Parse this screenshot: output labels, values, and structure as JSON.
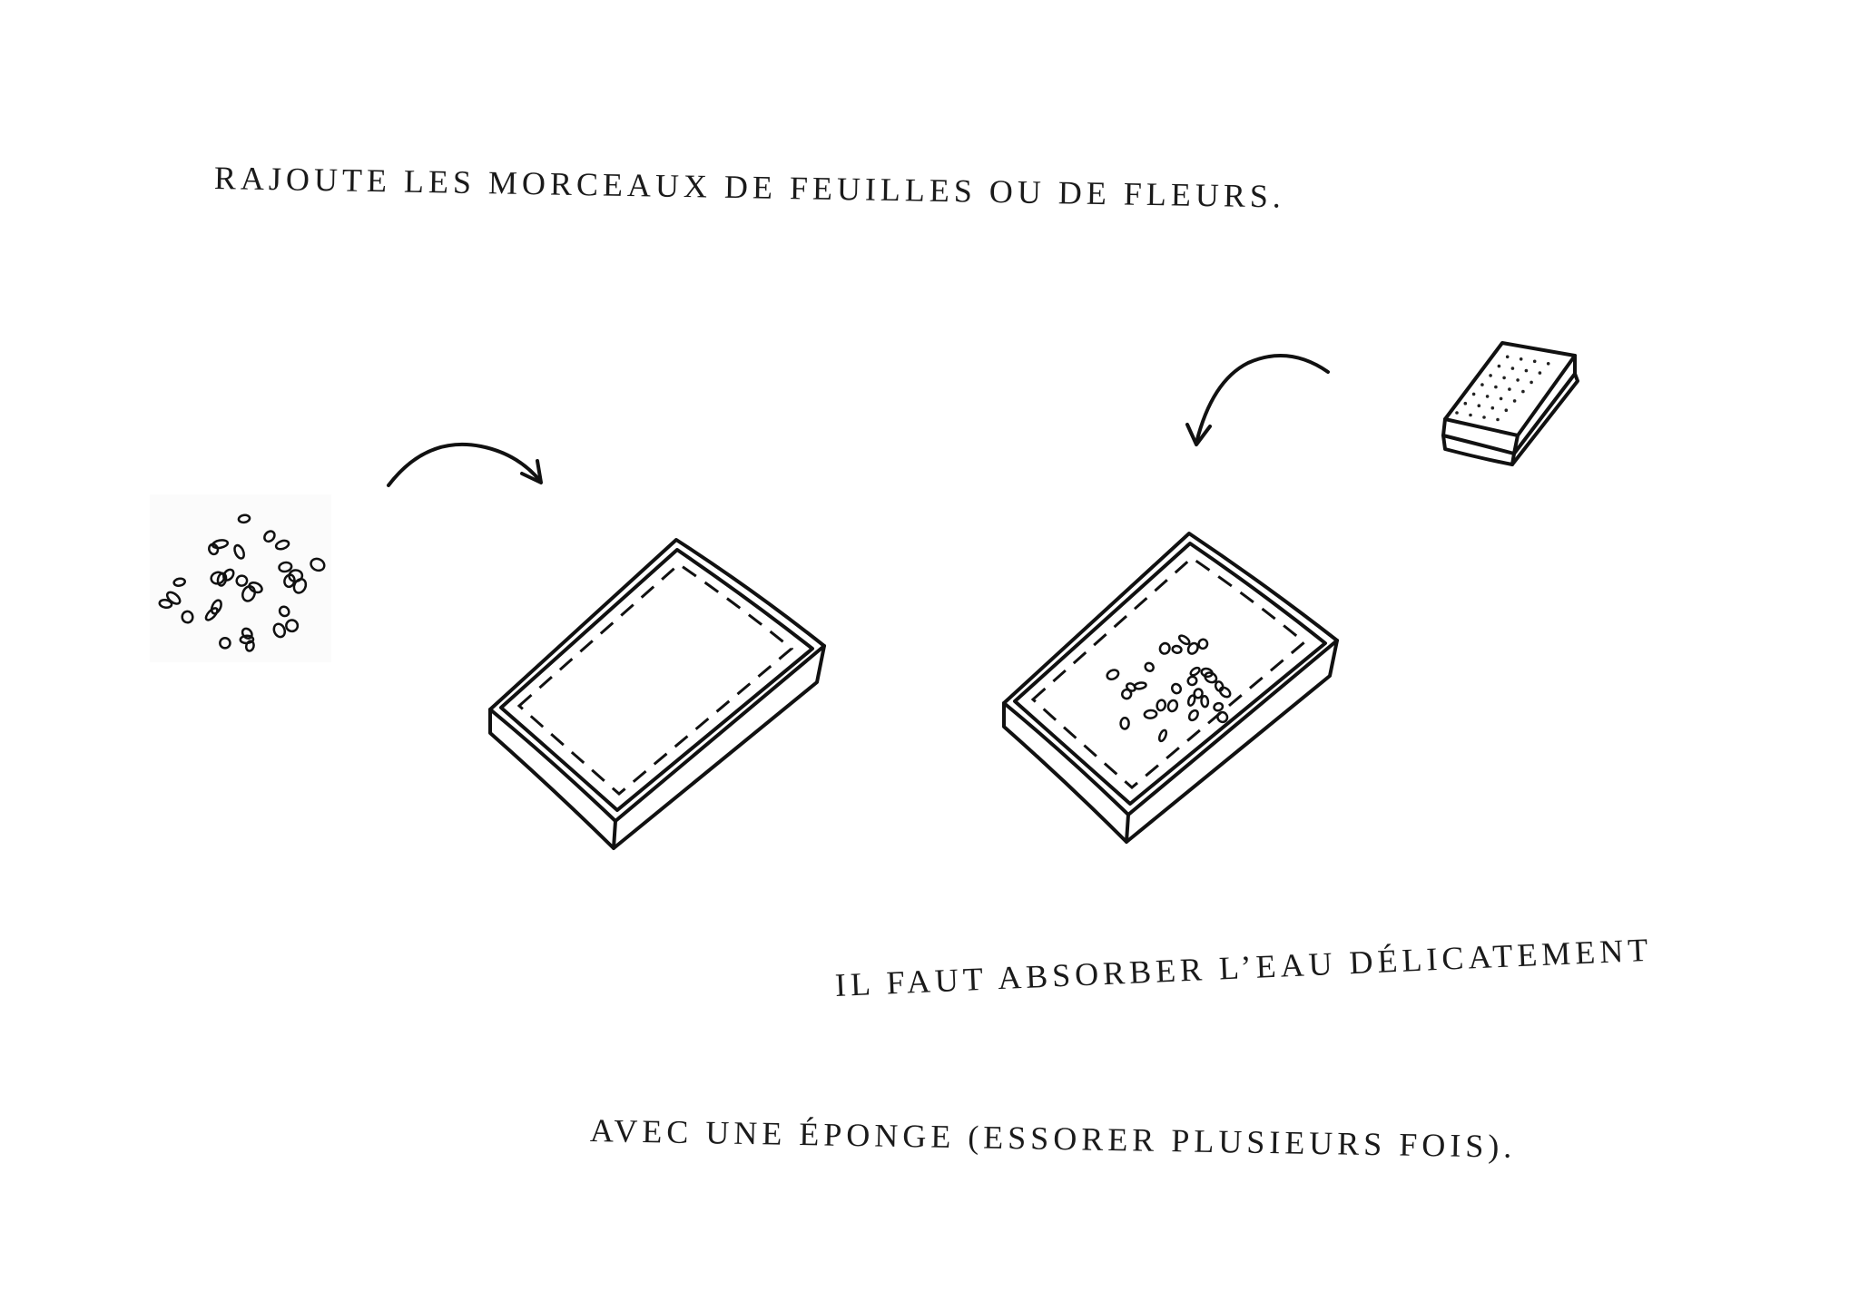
{
  "instructions": {
    "step_add": "RAJOUTE LES MORCEAUX DE FEUILLES OU DE FLEURS.",
    "step_absorb_line1": "IL FAUT ABSORBER L’EAU DÉLICATEMENT",
    "step_absorb_line2": "AVEC UNE ÉPONGE (ESSORER PLUSIEURS FOIS)."
  },
  "colors": {
    "ink": "#111111",
    "background": "#ffffff"
  }
}
